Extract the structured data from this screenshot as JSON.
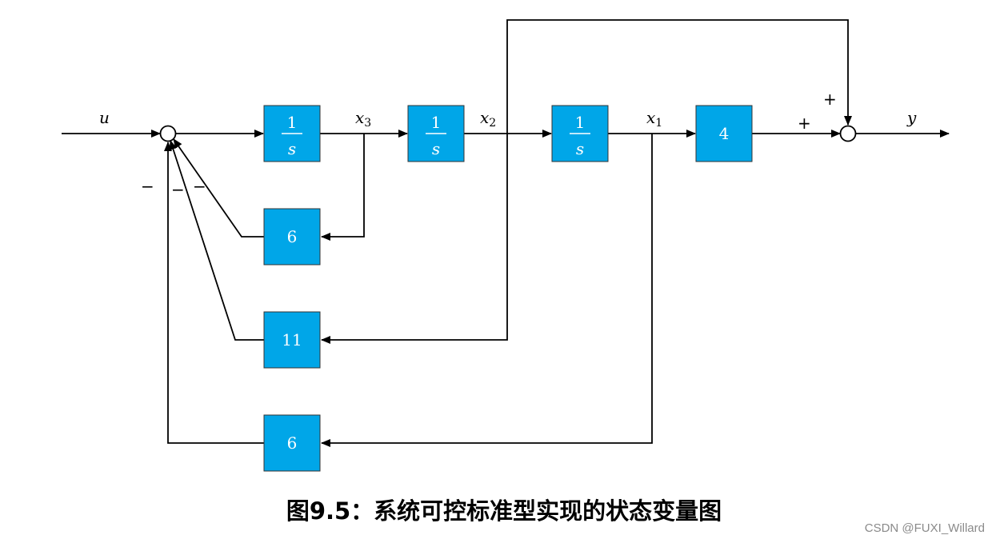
{
  "diagram": {
    "blocks": {
      "integrator_1": {
        "numerator": "1",
        "denominator": "s"
      },
      "integrator_2": {
        "numerator": "1",
        "denominator": "s"
      },
      "integrator_3": {
        "numerator": "1",
        "denominator": "s"
      },
      "output_gain": "4",
      "feedback_x3": "6",
      "feedback_x2": "11",
      "feedback_x1": "6"
    },
    "signals": {
      "input": "u",
      "x3": {
        "base": "x",
        "sub": "3"
      },
      "x2": {
        "base": "x",
        "sub": "2"
      },
      "x1": {
        "base": "x",
        "sub": "1"
      },
      "output": "y"
    },
    "signs": {
      "sum_input_minus_1": "−",
      "sum_input_minus_2": "−",
      "sum_input_minus_3": "−",
      "sum_output_plus_top": "+",
      "sum_output_plus_left": "+"
    }
  },
  "caption": "图9.5：系统可控标准型实现的状态变量图",
  "watermark": "CSDN @FUXI_Willard",
  "colors": {
    "block_fill": "#00a6e8",
    "line": "#000000"
  }
}
